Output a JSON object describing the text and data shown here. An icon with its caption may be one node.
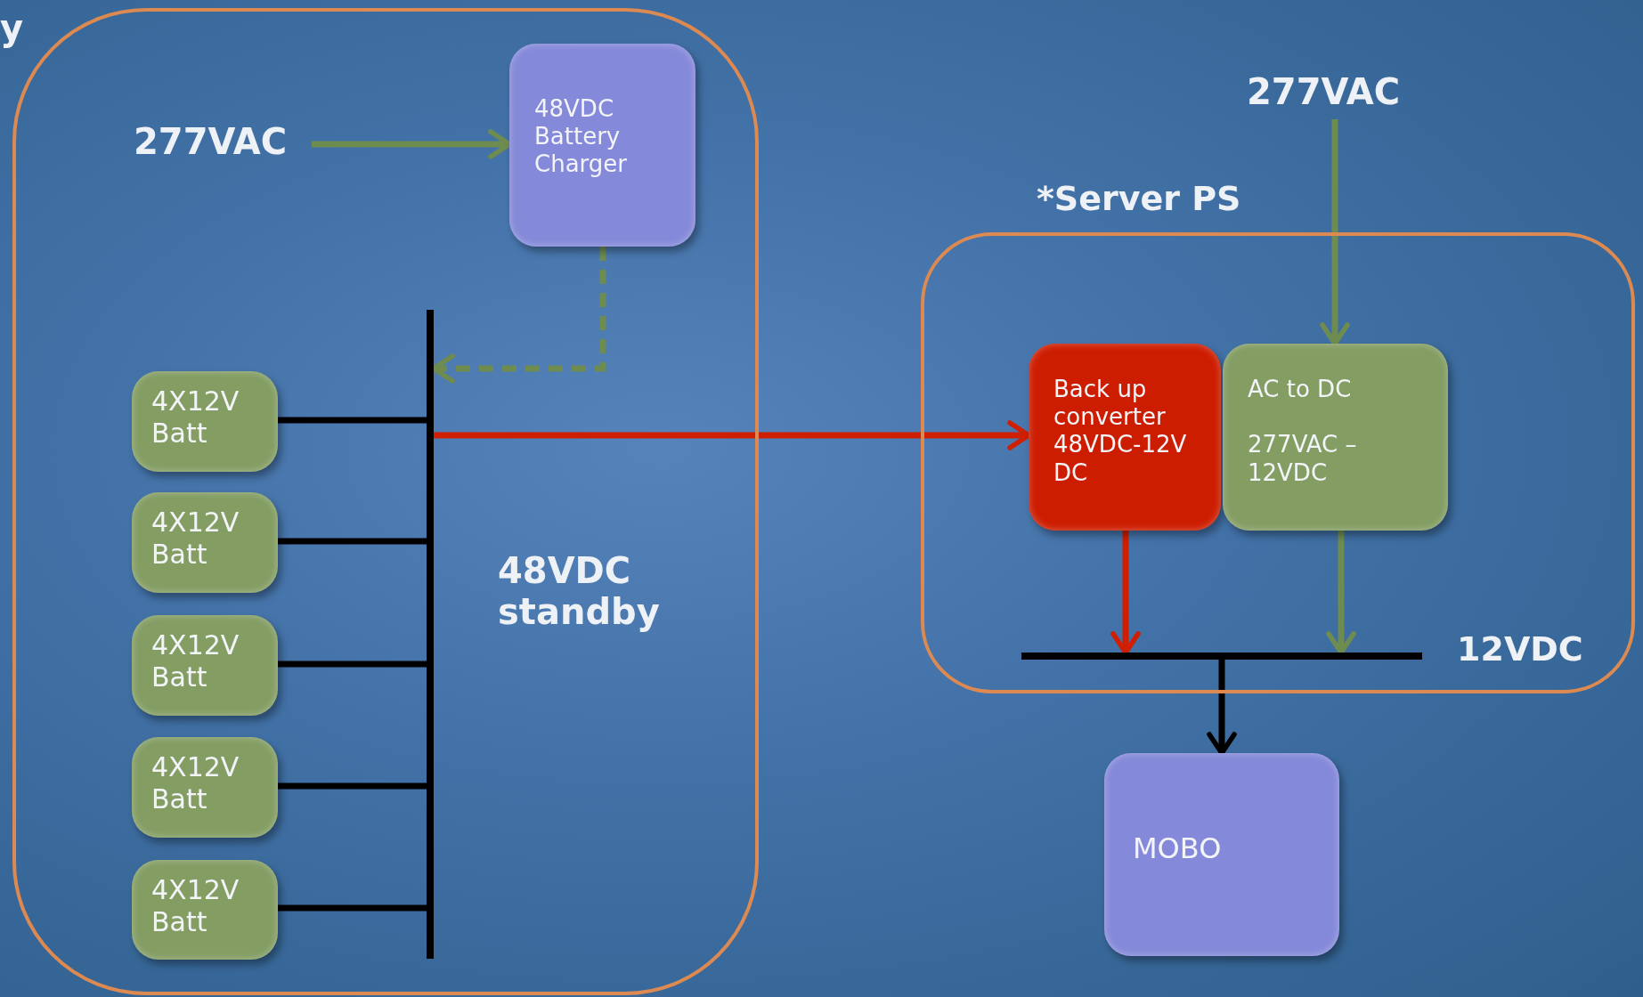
{
  "diagram": {
    "nodes": [
      {
        "text": [],
        "shape": "box"
      },
      {
        "text": [
          "277VAC"
        ],
        "in": 0
      },
      {
        "text": [
          "48VDC Battery Charger"
        ],
        "in": 0
      },
      {
        "text": [],
        "shape": "bar",
        "in": 0
      },
      {
        "text": [
          "4X12V Batt"
        ],
        "in": 0
      },
      {
        "text": [
          "4X12V Batt"
        ],
        "in": 0
      },
      {
        "text": [
          "4X12V Batt"
        ],
        "in": 0
      },
      {
        "text": [
          "4X12V Batt"
        ],
        "in": 0
      },
      {
        "text": [
          "4X12V Batt"
        ],
        "in": 0
      },
      {
        "text": [
          "*Server PS"
        ]
      },
      {
        "text": [
          "277VAC"
        ]
      },
      {
        "text": [
          "Back up converter 48VDC-12V DC"
        ],
        "in": 9
      },
      {
        "text": [
          "AC to DC",
          "277VAC – 12VDC"
        ],
        "in": 9
      },
      {
        "text": [],
        "shape": "bar",
        "in": 9,
        "beside": [
          "12VDC"
        ]
      },
      {
        "text": [
          "MOBO"
        ]
      }
    ],
    "edges": [
      {
        "from": 1,
        "to": 2,
        "arrow": "to",
        "color": "#6f8c50"
      },
      {
        "from": 2,
        "to": 3,
        "arrow": "to",
        "style": "dashed",
        "color": "#6f8c50"
      },
      {
        "from": 4,
        "to": 3,
        "arrow": "none"
      },
      {
        "from": 5,
        "to": 3,
        "arrow": "none"
      },
      {
        "from": 6,
        "to": 3,
        "arrow": "none"
      },
      {
        "from": 7,
        "to": 3,
        "arrow": "none"
      },
      {
        "from": 8,
        "to": 3,
        "arrow": "none"
      },
      {
        "from": 3,
        "to": 11,
        "arrow": "to",
        "color": "#d01e00"
      },
      {
        "from": 10,
        "to": 12,
        "arrow": "to",
        "color": "#6f8c50"
      },
      {
        "from": 11,
        "to": 13,
        "arrow": "to",
        "color": "#d01e00"
      },
      {
        "from": 12,
        "to": 13,
        "arrow": "to",
        "color": "#6f8c50"
      },
      {
        "from": 13,
        "to": 14,
        "arrow": "to"
      }
    ],
    "labels": [
      "y",
      "48VDC standby"
    ]
  }
}
